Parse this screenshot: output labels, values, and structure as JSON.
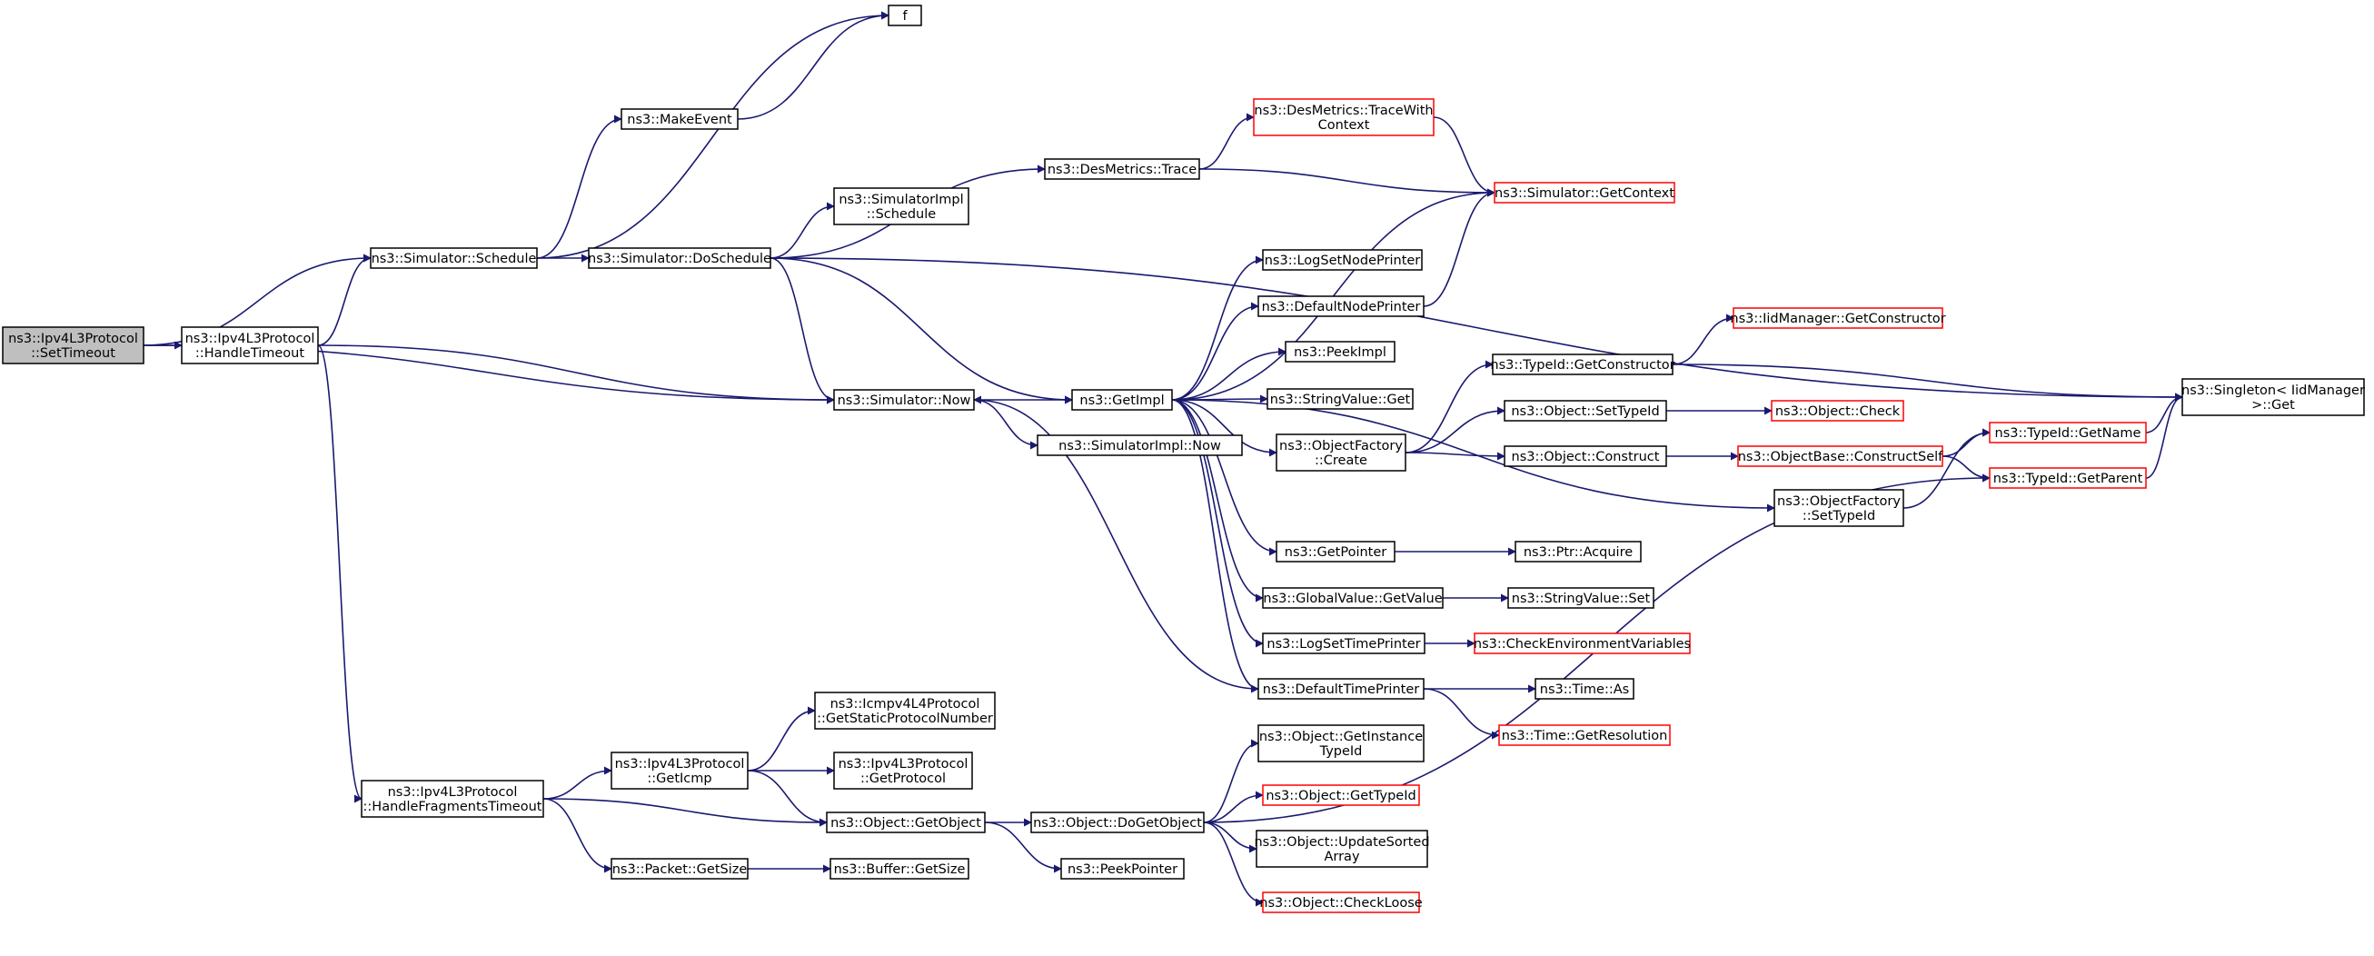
{
  "graph": {
    "title": "",
    "colors": {
      "edge": "#191970",
      "node_border": "#000000",
      "truncated_border": "#ff0000",
      "root_fill": "#bfbfbf"
    },
    "nodes": [
      {
        "id": "root",
        "lines": [
          "ns3::Ipv4L3Protocol",
          "::SetTimeout"
        ],
        "state": "root"
      },
      {
        "id": "handleTimeout",
        "lines": [
          "ns3::Ipv4L3Protocol",
          "::HandleTimeout"
        ],
        "state": "normal"
      },
      {
        "id": "schedule",
        "lines": [
          "ns3::Simulator::Schedule"
        ],
        "state": "normal"
      },
      {
        "id": "doSchedule",
        "lines": [
          "ns3::Simulator::DoSchedule"
        ],
        "state": "normal"
      },
      {
        "id": "now",
        "lines": [
          "ns3::Simulator::Now"
        ],
        "state": "normal"
      },
      {
        "id": "makeEvent",
        "lines": [
          "ns3::MakeEvent"
        ],
        "state": "normal"
      },
      {
        "id": "f",
        "lines": [
          "f"
        ],
        "state": "normal"
      },
      {
        "id": "simImplSchedule",
        "lines": [
          "ns3::SimulatorImpl",
          "::Schedule"
        ],
        "state": "normal"
      },
      {
        "id": "desTrace",
        "lines": [
          "ns3::DesMetrics::Trace"
        ],
        "state": "normal"
      },
      {
        "id": "desTraceCtx",
        "lines": [
          "ns3::DesMetrics::TraceWith",
          "Context"
        ],
        "state": "truncated"
      },
      {
        "id": "getContext",
        "lines": [
          "ns3::Simulator::GetContext"
        ],
        "state": "truncated"
      },
      {
        "id": "getImpl",
        "lines": [
          "ns3::GetImpl"
        ],
        "state": "normal"
      },
      {
        "id": "simImplNow",
        "lines": [
          "ns3::SimulatorImpl::Now"
        ],
        "state": "normal"
      },
      {
        "id": "logSetNode",
        "lines": [
          "ns3::LogSetNodePrinter"
        ],
        "state": "normal"
      },
      {
        "id": "defNode",
        "lines": [
          "ns3::DefaultNodePrinter"
        ],
        "state": "normal"
      },
      {
        "id": "peekImpl",
        "lines": [
          "ns3::PeekImpl"
        ],
        "state": "normal"
      },
      {
        "id": "strGet",
        "lines": [
          "ns3::StringValue::Get"
        ],
        "state": "normal"
      },
      {
        "id": "objFactCreate",
        "lines": [
          "ns3::ObjectFactory",
          "::Create"
        ],
        "state": "normal"
      },
      {
        "id": "getPointer",
        "lines": [
          "ns3::GetPointer"
        ],
        "state": "normal"
      },
      {
        "id": "gvGetValue",
        "lines": [
          "ns3::GlobalValue::GetValue"
        ],
        "state": "normal"
      },
      {
        "id": "logSetTime",
        "lines": [
          "ns3::LogSetTimePrinter"
        ],
        "state": "normal"
      },
      {
        "id": "defTime",
        "lines": [
          "ns3::DefaultTimePrinter"
        ],
        "state": "normal"
      },
      {
        "id": "typeGetCtor",
        "lines": [
          "ns3::TypeId::GetConstructor"
        ],
        "state": "normal"
      },
      {
        "id": "iidGetCtor",
        "lines": [
          "ns3::IidManager::GetConstructor"
        ],
        "state": "truncated"
      },
      {
        "id": "objSetTypeId",
        "lines": [
          "ns3::Object::SetTypeId"
        ],
        "state": "normal"
      },
      {
        "id": "objCheck",
        "lines": [
          "ns3::Object::Check"
        ],
        "state": "truncated"
      },
      {
        "id": "objConstruct",
        "lines": [
          "ns3::Object::Construct"
        ],
        "state": "normal"
      },
      {
        "id": "constructSelf",
        "lines": [
          "ns3::ObjectBase::ConstructSelf"
        ],
        "state": "truncated"
      },
      {
        "id": "ofSetTypeId",
        "lines": [
          "ns3::ObjectFactory",
          "::SetTypeId"
        ],
        "state": "normal"
      },
      {
        "id": "typeGetName",
        "lines": [
          "ns3::TypeId::GetName"
        ],
        "state": "truncated"
      },
      {
        "id": "typeGetParent",
        "lines": [
          "ns3::TypeId::GetParent"
        ],
        "state": "truncated"
      },
      {
        "id": "singleton",
        "lines": [
          "ns3::Singleton< IidManager",
          ">::Get"
        ],
        "state": "normal"
      },
      {
        "id": "ptrAcquire",
        "lines": [
          "ns3::Ptr::Acquire"
        ],
        "state": "normal"
      },
      {
        "id": "strSet",
        "lines": [
          "ns3::StringValue::Set"
        ],
        "state": "normal"
      },
      {
        "id": "checkEnv",
        "lines": [
          "ns3::CheckEnvironmentVariables"
        ],
        "state": "truncated"
      },
      {
        "id": "timeAs",
        "lines": [
          "ns3::Time::As"
        ],
        "state": "normal"
      },
      {
        "id": "timeGetRes",
        "lines": [
          "ns3::Time::GetResolution"
        ],
        "state": "truncated"
      },
      {
        "id": "handleFrag",
        "lines": [
          "ns3::Ipv4L3Protocol",
          "::HandleFragmentsTimeout"
        ],
        "state": "normal"
      },
      {
        "id": "getIcmp",
        "lines": [
          "ns3::Ipv4L3Protocol",
          "::GetIcmp"
        ],
        "state": "normal"
      },
      {
        "id": "icmpStatic",
        "lines": [
          "ns3::Icmpv4L4Protocol",
          "::GetStaticProtocolNumber"
        ],
        "state": "normal"
      },
      {
        "id": "ipv4GetProto",
        "lines": [
          "ns3::Ipv4L3Protocol",
          "::GetProtocol"
        ],
        "state": "normal"
      },
      {
        "id": "objGetObject",
        "lines": [
          "ns3::Object::GetObject"
        ],
        "state": "normal"
      },
      {
        "id": "pktGetSize",
        "lines": [
          "ns3::Packet::GetSize"
        ],
        "state": "normal"
      },
      {
        "id": "bufGetSize",
        "lines": [
          "ns3::Buffer::GetSize"
        ],
        "state": "normal"
      },
      {
        "id": "doGetObject",
        "lines": [
          "ns3::Object::DoGetObject"
        ],
        "state": "normal"
      },
      {
        "id": "peekPointer",
        "lines": [
          "ns3::PeekPointer"
        ],
        "state": "normal"
      },
      {
        "id": "getInstTypeId",
        "lines": [
          "ns3::Object::GetInstance",
          "TypeId"
        ],
        "state": "normal"
      },
      {
        "id": "objGetTypeId",
        "lines": [
          "ns3::Object::GetTypeId"
        ],
        "state": "truncated"
      },
      {
        "id": "updateSorted",
        "lines": [
          "ns3::Object::UpdateSorted",
          "Array"
        ],
        "state": "normal"
      },
      {
        "id": "checkLoose",
        "lines": [
          "ns3::Object::CheckLoose"
        ],
        "state": "truncated"
      }
    ],
    "edges": [
      [
        "root",
        "schedule"
      ],
      [
        "root",
        "handleTimeout"
      ],
      [
        "root",
        "now"
      ],
      [
        "handleTimeout",
        "schedule"
      ],
      [
        "handleTimeout",
        "now"
      ],
      [
        "handleTimeout",
        "handleFrag"
      ],
      [
        "schedule",
        "f"
      ],
      [
        "schedule",
        "makeEvent"
      ],
      [
        "schedule",
        "doSchedule"
      ],
      [
        "makeEvent",
        "f"
      ],
      [
        "doSchedule",
        "singleton"
      ],
      [
        "doSchedule",
        "simImplSchedule"
      ],
      [
        "doSchedule",
        "desTrace"
      ],
      [
        "doSchedule",
        "getImpl"
      ],
      [
        "doSchedule",
        "now"
      ],
      [
        "desTrace",
        "desTraceCtx"
      ],
      [
        "desTrace",
        "getContext"
      ],
      [
        "desTraceCtx",
        "getContext"
      ],
      [
        "now",
        "getImpl"
      ],
      [
        "now",
        "simImplNow"
      ],
      [
        "getImpl",
        "getContext"
      ],
      [
        "getImpl",
        "logSetNode"
      ],
      [
        "getImpl",
        "defNode"
      ],
      [
        "getImpl",
        "peekImpl"
      ],
      [
        "getImpl",
        "strGet"
      ],
      [
        "getImpl",
        "objFactCreate"
      ],
      [
        "getImpl",
        "ofSetTypeId"
      ],
      [
        "getImpl",
        "getPointer"
      ],
      [
        "getImpl",
        "gvGetValue"
      ],
      [
        "getImpl",
        "logSetTime"
      ],
      [
        "getImpl",
        "defTime"
      ],
      [
        "defNode",
        "getContext"
      ],
      [
        "objFactCreate",
        "typeGetCtor"
      ],
      [
        "objFactCreate",
        "objSetTypeId"
      ],
      [
        "objFactCreate",
        "objConstruct"
      ],
      [
        "typeGetCtor",
        "iidGetCtor"
      ],
      [
        "typeGetCtor",
        "singleton"
      ],
      [
        "objSetTypeId",
        "objCheck"
      ],
      [
        "objConstruct",
        "constructSelf"
      ],
      [
        "constructSelf",
        "typeGetName"
      ],
      [
        "constructSelf",
        "typeGetParent"
      ],
      [
        "ofSetTypeId",
        "typeGetName"
      ],
      [
        "typeGetName",
        "singleton"
      ],
      [
        "typeGetParent",
        "singleton"
      ],
      [
        "getPointer",
        "ptrAcquire"
      ],
      [
        "gvGetValue",
        "strSet"
      ],
      [
        "logSetTime",
        "checkEnv"
      ],
      [
        "defTime",
        "now"
      ],
      [
        "defTime",
        "timeAs"
      ],
      [
        "defTime",
        "timeGetRes"
      ],
      [
        "handleFrag",
        "getIcmp"
      ],
      [
        "handleFrag",
        "objGetObject"
      ],
      [
        "handleFrag",
        "pktGetSize"
      ],
      [
        "getIcmp",
        "icmpStatic"
      ],
      [
        "getIcmp",
        "ipv4GetProto"
      ],
      [
        "getIcmp",
        "objGetObject"
      ],
      [
        "pktGetSize",
        "bufGetSize"
      ],
      [
        "objGetObject",
        "doGetObject"
      ],
      [
        "objGetObject",
        "peekPointer"
      ],
      [
        "doGetObject",
        "getInstTypeId"
      ],
      [
        "doGetObject",
        "objGetTypeId"
      ],
      [
        "doGetObject",
        "updateSorted"
      ],
      [
        "doGetObject",
        "checkLoose"
      ],
      [
        "doGetObject",
        "typeGetParent"
      ]
    ]
  }
}
